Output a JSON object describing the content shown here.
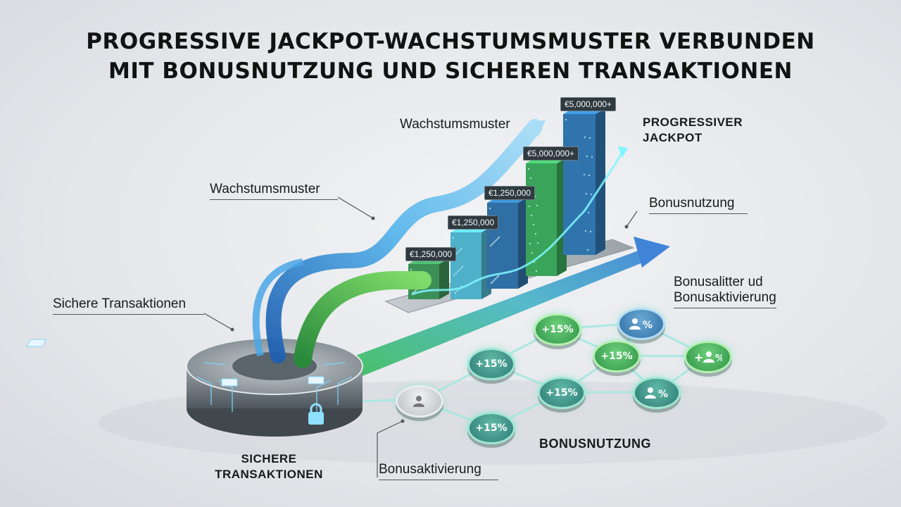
{
  "title": {
    "line1": "PROGRESSIVE JACKPOT-WACHSTUMSMUSTER VERBUNDEN",
    "line2": "MIT BONUSNUTZUNG UND SICHEREN TRANSAKTIONEN"
  },
  "labels": {
    "growth_top": "Wachstumsmuster",
    "growth_left": "Wachstumsmuster",
    "jackpot": "PROGRESSIVER JACKPOT",
    "jackpot_line1": "PROGRESSIVER",
    "jackpot_line2": "JACKPOT",
    "bonus_usage_right": "Bonusnutzung",
    "bonus_activation_right_1": "Bonusalitter ud",
    "bonus_activation_right_2": "Bonusaktivierung",
    "secure_left": "Sichere Transaktionen",
    "secure_bold_1": "SICHERE",
    "secure_bold_2": "TRANSAKTIONEN",
    "bonus_usage_bold": "BONUSNUTZUNG",
    "bonus_activation_bottom": "Bonusaktivierung"
  },
  "bars": [
    {
      "price": "€1,250,000",
      "color": "#3c8f57"
    },
    {
      "price": "€1,250,000",
      "color": "#4fb0c9"
    },
    {
      "price": "€1,250,000",
      "color": "#2f6fa3"
    },
    {
      "price": "€5,000,000+",
      "color": "#3aa45a"
    },
    {
      "price": "€5,000,000+",
      "color": "#2f74ad"
    }
  ],
  "nodes": [
    {
      "id": "n1",
      "text": "+15%",
      "style": "green"
    },
    {
      "id": "n2",
      "text": "",
      "icon": "user-percent-icon",
      "style": "blue"
    },
    {
      "id": "n3",
      "text": "+15%",
      "style": "teal"
    },
    {
      "id": "n4",
      "text": "+15%",
      "style": "green"
    },
    {
      "id": "n5",
      "text": "",
      "icon": "user-plus-icon",
      "style": "green"
    },
    {
      "id": "n6",
      "text": "",
      "icon": "user-icon",
      "style": "grey"
    },
    {
      "id": "n7",
      "text": "+15%",
      "style": "teal"
    },
    {
      "id": "n8",
      "text": "",
      "icon": "user-percent-icon",
      "style": "teal"
    },
    {
      "id": "n9",
      "text": "+15%",
      "style": "teal"
    }
  ],
  "icons": {
    "lock": "lock-icon",
    "arrow": "arrow-right-icon"
  }
}
